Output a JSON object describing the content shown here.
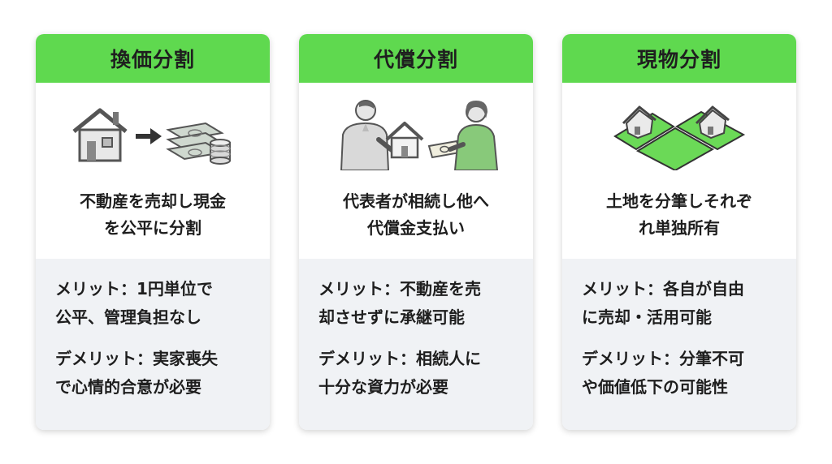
{
  "cards": [
    {
      "title": "換価分割",
      "description": [
        "不動産を売却し現金",
        "を公平に分割"
      ],
      "merit": [
        "メリット：1円単位で",
        "公平、管理負担なし"
      ],
      "demerit": [
        "デメリット：実家喪失",
        "で心情的合意が必要"
      ],
      "icons": [
        "house-icon",
        "arrow-right-icon",
        "money-stack-icon"
      ]
    },
    {
      "title": "代償分割",
      "description": [
        "代表者が相続し他へ",
        "代償金支払い"
      ],
      "merit": [
        "メリット：不動産を売",
        "却させずに承継可能"
      ],
      "demerit": [
        "デメリット：相続人に",
        "十分な資力が必要"
      ],
      "icons": [
        "person-holding-house-icon",
        "person-receiving-money-icon"
      ]
    },
    {
      "title": "現物分割",
      "description": [
        "土地を分筆しそれぞ",
        "れ単独所有"
      ],
      "merit": [
        "メリット：各自が自由",
        "に売却・活用可能"
      ],
      "demerit": [
        "デメリット：分筆不可",
        "や価値低下の可能性"
      ],
      "icons": [
        "divided-land-icon",
        "house-icon"
      ]
    }
  ],
  "colors": {
    "header": "#5fd94f",
    "bottom_panel": "#f0f2f5",
    "text": "#1e1e1e",
    "land": "#6bd957"
  }
}
